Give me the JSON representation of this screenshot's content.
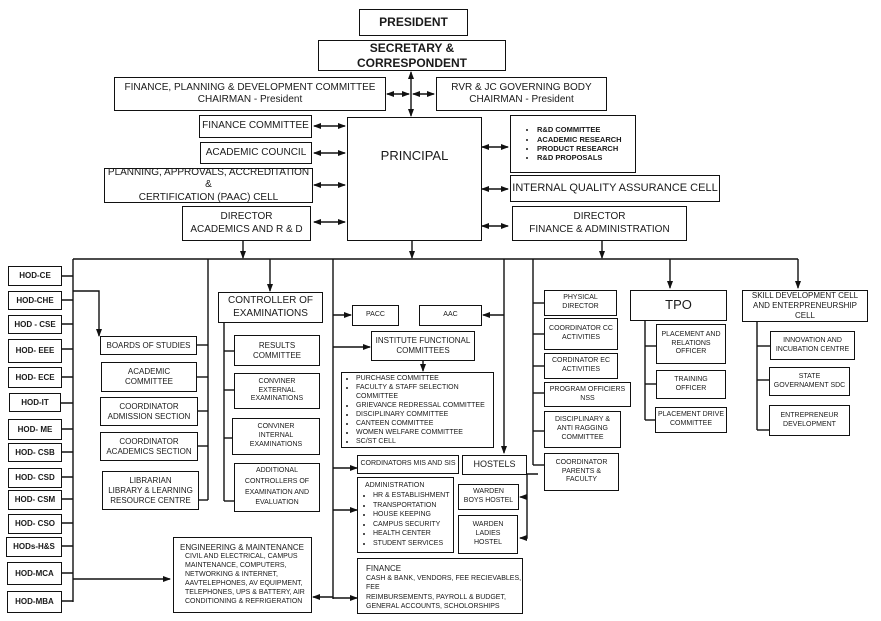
{
  "title": "Organization Chart",
  "top": {
    "president": "PRESIDENT",
    "secretary": "SECRETARY & CORRESPONDENT",
    "fpdc": {
      "line1": "FINANCE, PLANNING & DEVELOPMENT COMMITTEE",
      "line2": "CHAIRMAN - President"
    },
    "governing_body": {
      "line1": "RVR & JC GOVERNING BODY",
      "line2": "CHAIRMAN - President"
    }
  },
  "principal_left": {
    "finance_committee": "FINANCE COMMITTEE",
    "academic_council": "ACADEMIC COUNCIL",
    "paac": {
      "line1": "PLANNING, APPROVALS, ACCREDITATION &",
      "line2": "CERTIFICATION (PAAC) CELL"
    },
    "director_academics": {
      "line1": "DIRECTOR",
      "line2": "ACADEMICS  AND R & D"
    }
  },
  "principal": "PRINCIPAL",
  "principal_right": {
    "research_items": [
      "R&D COMMITTEE",
      "ACADEMIC RESEARCH",
      "PRODUCT RESEARCH",
      "R&D PROPOSALS"
    ],
    "iqac": "INTERNAL QUALITY ASSURANCE CELL",
    "director_finance": {
      "line1": "DIRECTOR",
      "line2": "FINANCE & ADMINISTRATION"
    }
  },
  "hods": [
    "HOD-CE",
    "HOD-CHE",
    "HOD - CSE",
    "HOD- EEE",
    "HOD- ECE",
    "HOD-IT",
    "HOD- ME",
    "HOD- CSB",
    "HOD- CSD",
    "HOD- CSM",
    "HOD- CSO",
    "HODs-H&S",
    "HOD-MCA",
    "HOD-MBA"
  ],
  "academics_column": {
    "boards_of_studies": "BOARDS OF STUDIES",
    "academic_committee": {
      "line1": "ACADEMIC",
      "line2": "COMMITTEE"
    },
    "admission": {
      "line1": "COORDINATOR",
      "line2": "ADMISSION SECTION"
    },
    "academics_section": {
      "line1": "COORDINATOR",
      "line2": "ACADEMICS SECTION"
    },
    "librarian": {
      "line1": "LIBRARIAN",
      "line2": "LIBRARY & LEARNING",
      "line3": "RESOURCE CENTRE"
    }
  },
  "exams": {
    "controller": {
      "line1": "CONTROLLER OF",
      "line2": "EXAMINATIONS"
    },
    "results": {
      "line1": "RESULTS",
      "line2": "COMMITTEE"
    },
    "external": {
      "line1": "CONVINER",
      "line2": "EXTERNAL",
      "line3": "EXAMINATIONS"
    },
    "internal": {
      "line1": "CONVINER",
      "line2": "INTERNAL",
      "line3": "EXAMINATIONS"
    },
    "additional": {
      "line1": "ADDITIONAL",
      "line2": "CONTROLLERS OF",
      "line3": "EXAMINATION AND",
      "line4": "EVALUATION"
    }
  },
  "center": {
    "pacc": "PACC",
    "aac": "AAC",
    "ifc": {
      "line1": "INSTITUTE FUNCTIONAL",
      "line2": "COMMITTEES"
    },
    "committees": [
      "PURCHASE COMMITTEE",
      "FACULTY & STAFF SELECTION COMMITTEE",
      "GRIEVANCE REDRESSAL COMMITTEE",
      "DISCIPLINARY COMMITTEE",
      "CANTEEN COMMITTEE",
      "WOMEN WELFARE COMMITTEE",
      "SC/ST CELL"
    ],
    "mis_sis": "CORDINATORS MIS AND SIS",
    "administration": {
      "heading": "ADMINISTRATION",
      "items": [
        "HR & ESTABLISHMENT",
        "TRANSPORTATION",
        "HOUSE KEEPING",
        "CAMPUS SECURITY",
        "HEALTH CENTER",
        "STUDENT SERVICES"
      ]
    },
    "finance": {
      "heading": "FINANCE",
      "line1": "CASH & BANK, VENDORS, FEE  RECIEVABLES, FEE",
      "line2": "REIMBURSEMENTS, PAYROLL & BUDGET,",
      "line3": "GENERAL ACCOUNTS, SCHOLORSHIPS"
    },
    "hostels": "HOSTELS",
    "warden_boys": {
      "line1": "WARDEN",
      "line2": "BOYS HOSTEL"
    },
    "warden_ladies": {
      "line1": "WARDEN",
      "line2": "LADIES",
      "line3": "HOSTEL"
    }
  },
  "engineering": {
    "heading": "ENGINEERING & MAINTENANCE",
    "lines": [
      "CIVIL AND ELECTRICAL, CAMPUS",
      "MAINTENANCE, COMPUTERS,",
      "NETWORKING & INTERNET,",
      "AAVTELEPHONES, AV EQUIPMENT,",
      "TELEPHONES, UPS & BATTERY, AIR",
      "CONDITIONING & REFRIGERATION"
    ]
  },
  "activities": {
    "physical_director": {
      "line1": "PHYSICAL",
      "line2": "DIRECTOR"
    },
    "cc": {
      "line1": "COORDINATOR CC",
      "line2": "ACTIVITIES"
    },
    "ec": {
      "line1": "CORDINATOR EC",
      "line2": "ACTIVITIES"
    },
    "nss": {
      "line1": "PROGRAM OFFICIERS",
      "line2": "NSS"
    },
    "anti_ragging": {
      "line1": "DISCIPLINARY &",
      "line2": "ANTI RAGGING",
      "line3": "COMMITTEE"
    },
    "parents": {
      "line1": "COORDINATOR",
      "line2": "PARENTS &",
      "line3": "FACULTY"
    }
  },
  "tpo": {
    "title": "TPO",
    "placement_relations": {
      "line1": "PLACEMENT  AND",
      "line2": "RELATIONS",
      "line3": "OFFICER"
    },
    "training": {
      "line1": "TRAINING",
      "line2": "OFFICER"
    },
    "drive": {
      "line1": "PLACEMENT DRIVE",
      "line2": "COMMITTEE"
    }
  },
  "skill": {
    "title": {
      "line1": "SKILL DEVELOPMENT CELL",
      "line2": "AND ENTERPRENEURSHIP CELL"
    },
    "innovation": {
      "line1": "INNOVATION AND",
      "line2": "INCUBATION CENTRE"
    },
    "sdc": {
      "line1": "STATE",
      "line2": "GOVERNAMENT SDC"
    },
    "entrepreneur": {
      "line1": "ENTREPRENEUR",
      "line2": "DEVELOPMENT"
    }
  }
}
